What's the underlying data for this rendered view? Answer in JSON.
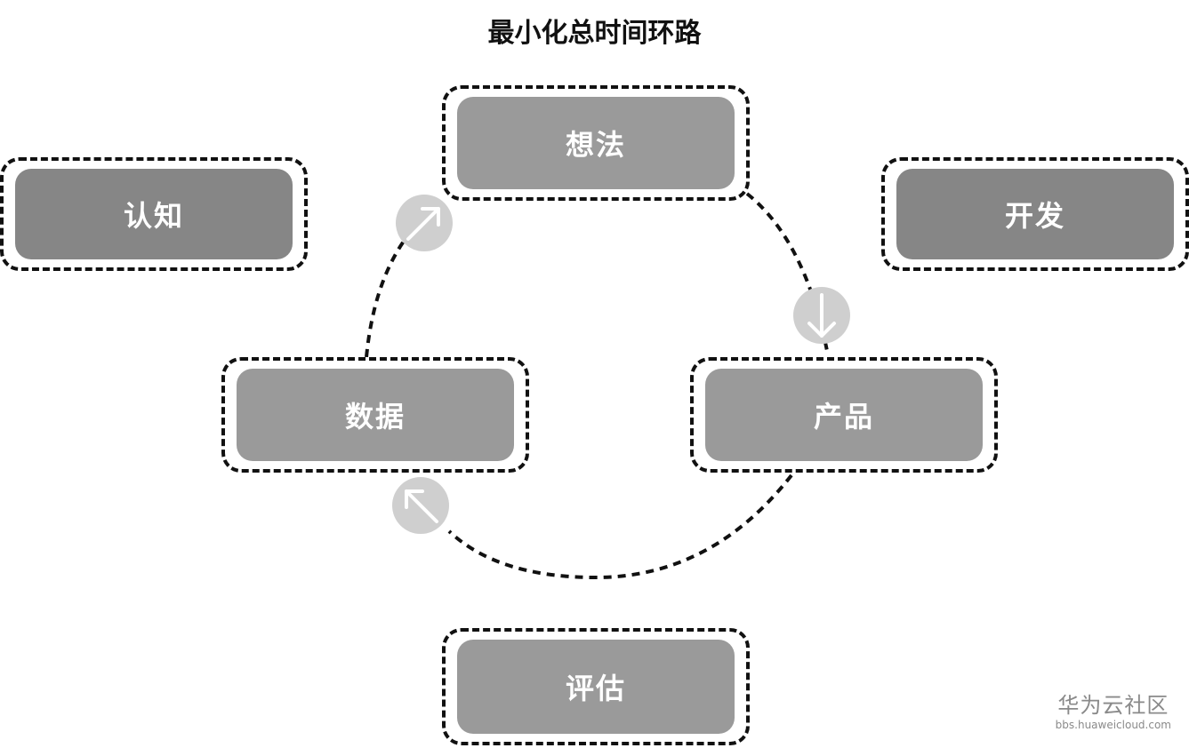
{
  "title": "最小化总时间环路",
  "nodes": {
    "idea": "想法",
    "cognition": "认知",
    "development": "开发",
    "data": "数据",
    "product": "产品",
    "evaluation": "评估"
  },
  "arrows": {
    "data_to_idea": "arrow-up-right-icon",
    "idea_to_product": "arrow-down-icon",
    "product_to_data": "arrow-up-left-icon"
  },
  "watermark": {
    "name": "华为云社区",
    "url": "bbs.huaweicloud.com"
  },
  "colors": {
    "dark_box": "#868686",
    "light_box": "#9a9a9a",
    "badge": "#cfcfcf",
    "dashed_line": "#111111"
  }
}
